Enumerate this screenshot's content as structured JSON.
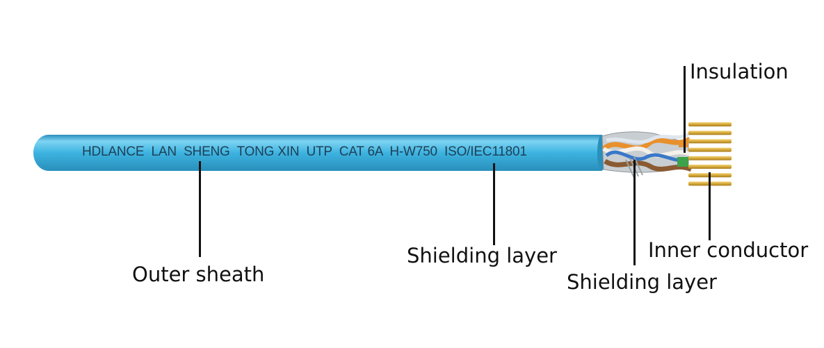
{
  "cable": {
    "printed_marking": "HDLANCE  LAN  SHENG  TONG XIN  UTP  CAT 6A  H-W750  ISO/IEC11801"
  },
  "labels": {
    "insulation": "Insulation",
    "outer_sheath": "Outer sheath",
    "shielding_layer_foil": "Shielding layer",
    "inner_conductor": "Inner conductor",
    "shielding_layer_wire": "Shielding layer"
  },
  "colors": {
    "sheath": "#3db3e0",
    "sheath_highlight": "#7dd3f2",
    "sheath_shadow": "#2a8fbb",
    "marking_text": "#1f3f55",
    "conductor_gold": "#d6a93a",
    "pair_orange": "#e8902c",
    "pair_brown": "#8a5a32",
    "pair_blue": "#3a78c8",
    "pair_green": "#3ea24a",
    "foil_silver": "#b9bfc4",
    "leader_line": "#111111"
  }
}
